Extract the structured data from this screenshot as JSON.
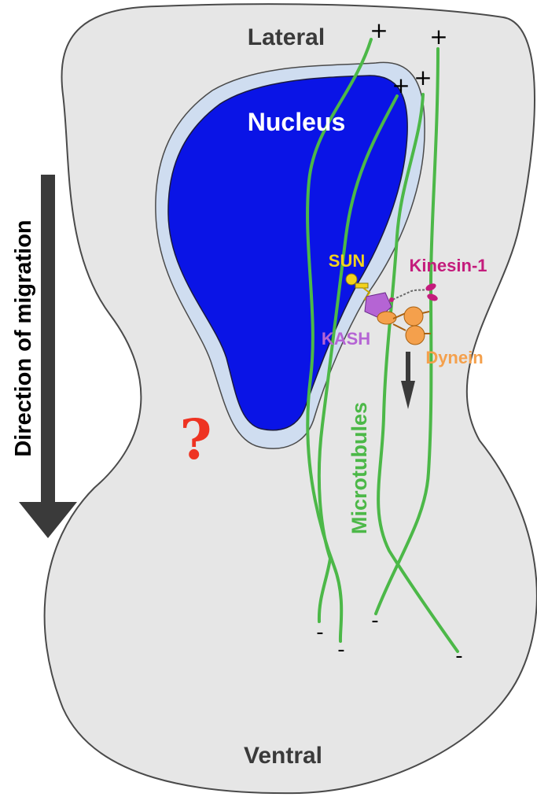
{
  "labels": {
    "lateral": "Lateral",
    "ventral": "Ventral",
    "nucleus": "Nucleus",
    "direction": "Direction of migration",
    "microtubules": "Microtubules",
    "sun": "SUN",
    "kash": "KASH",
    "kinesin": "Kinesin-1",
    "dynein": "Dynein",
    "question": "?"
  },
  "signs": {
    "plus": "+",
    "minus": "-"
  },
  "colors": {
    "cell_fill": "#e6e6e6",
    "cell_stroke": "#4a4a4a",
    "nuclear_envelope": "#cfddf0",
    "nucleus": "#0a14e6",
    "microtubule": "#4cb848",
    "sun": "#f2d21e",
    "kash": "#b564d4",
    "kinesin": "#c41c7c",
    "dynein": "#f4a04c",
    "arrow": "#3a3a3a",
    "question": "#ee3322"
  }
}
